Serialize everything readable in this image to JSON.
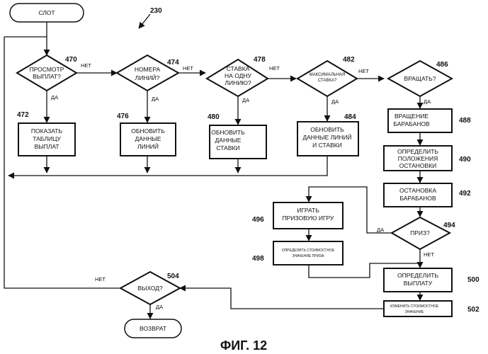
{
  "figure": {
    "ref_number": "230",
    "caption": "ФИГ. 12"
  },
  "nodes": {
    "start": {
      "lines": [
        "СЛОТ"
      ]
    },
    "d470": {
      "ref": "470",
      "lines": [
        "ПРОСМОТР",
        "ВЫПЛАТ?"
      ]
    },
    "d474": {
      "ref": "474",
      "lines": [
        "НОМЕРА",
        "ЛИНИЙ?"
      ]
    },
    "d478": {
      "ref": "478",
      "lines": [
        "СТАВКА",
        "НА ОДНУ",
        "ЛИНИЮ?"
      ]
    },
    "d482": {
      "ref": "482",
      "lines": [
        "МАКСИМАЛЬНАЯ",
        "СТАВКА?"
      ]
    },
    "d486": {
      "ref": "486",
      "lines": [
        "ВРАЩАТЬ?"
      ]
    },
    "b472": {
      "ref": "472",
      "lines": [
        "ПОКАЗАТЬ",
        "ТАБЛИЦУ",
        "ВЫПЛАТ"
      ]
    },
    "b476": {
      "ref": "476",
      "lines": [
        "ОБНОВИТЬ",
        "ДАННЫЕ",
        "ЛИНИЙ"
      ]
    },
    "b480": {
      "ref": "480",
      "lines": [
        "ОБНОВИТЬ",
        "ДАННЫЕ",
        "СТАВКИ"
      ]
    },
    "b484": {
      "ref": "484",
      "lines": [
        "ОБНОВИТЬ",
        "ДАННЫЕ ЛИНИЙ",
        "И СТАВКИ"
      ]
    },
    "b488": {
      "ref": "488",
      "lines": [
        "ВРАЩЕНИЕ",
        "БАРАБАНОВ"
      ]
    },
    "b490": {
      "ref": "490",
      "lines": [
        "ОПРЕДЕЛИТЬ",
        "ПОЛОЖЕНИЯ",
        "ОСТАНОВКИ"
      ]
    },
    "b492": {
      "ref": "492",
      "lines": [
        "ОСТАНОВКА",
        "БАРАБАНОВ"
      ]
    },
    "d494": {
      "ref": "494",
      "lines": [
        "ПРИЗ?"
      ]
    },
    "b496": {
      "ref": "496",
      "lines": [
        "ИГРАТЬ",
        "ПРИЗОВУЮ ИГРУ"
      ]
    },
    "b498": {
      "ref": "498",
      "lines": [
        "ОПРЕДЕЛИТЬ СТОИМОСТНОЕ",
        "ЗНАЧЕНИЕ ПРИЗА"
      ]
    },
    "b500": {
      "ref": "500",
      "lines": [
        "ОПРЕДЕЛИТЬ",
        "ВЫПЛАТУ"
      ]
    },
    "b502": {
      "ref": "502",
      "lines": [
        "ИЗМЕНИТЬ СТОИМОСТНОЕ",
        "ЗНАЧЕНИЕ"
      ]
    },
    "d504": {
      "ref": "504",
      "lines": [
        "ВЫХОД?"
      ]
    },
    "end": {
      "lines": [
        "ВОЗВРАТ"
      ]
    }
  },
  "edge_labels": {
    "yes": "ДА",
    "no": "НЕТ"
  }
}
